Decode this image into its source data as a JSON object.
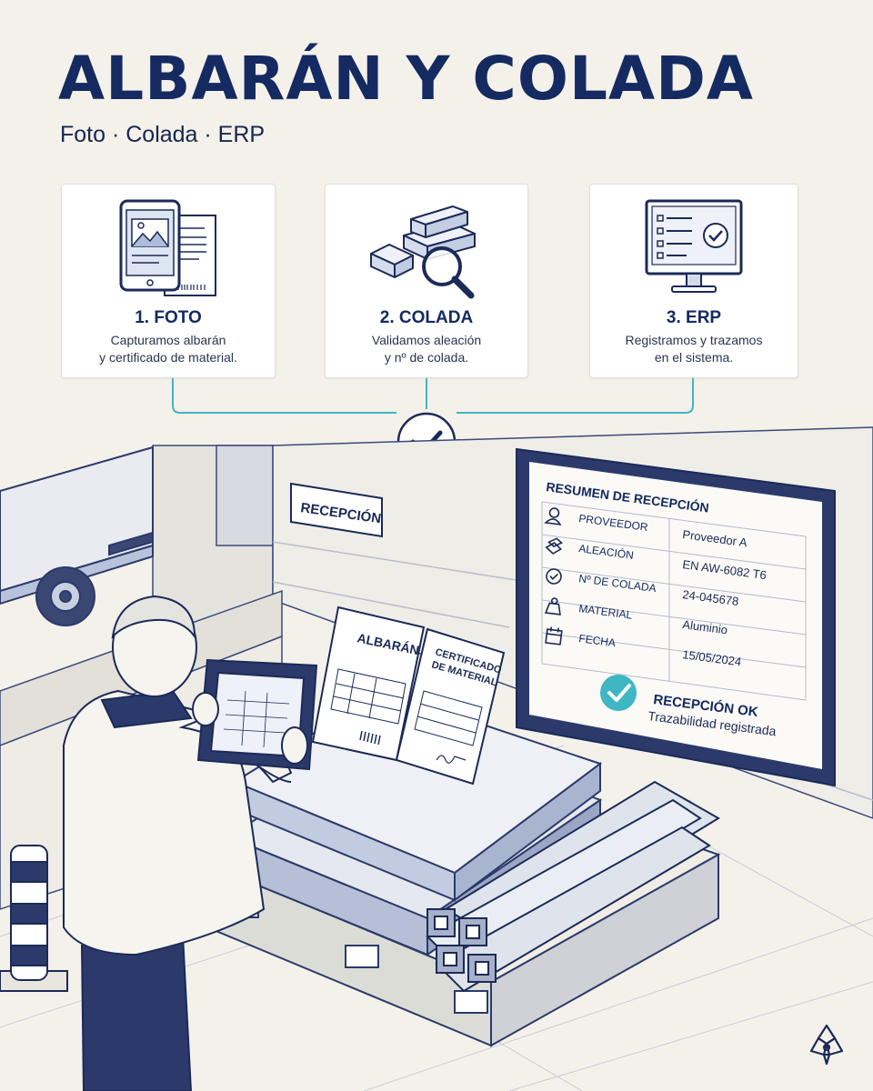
{
  "header": {
    "title": "ALBARÁN Y COLADA",
    "subtitle": "Foto · Colada · ERP"
  },
  "steps": [
    {
      "label": "1. FOTO",
      "desc_line1": "Capturamos albarán",
      "desc_line2": "y certificado de material.",
      "icon": "tablet-document-icon"
    },
    {
      "label": "2. COLADA",
      "desc_line1": "Validamos aleación",
      "desc_line2": "y nº de colada.",
      "icon": "ingot-magnifier-icon"
    },
    {
      "label": "3. ERP",
      "desc_line1": "Registramos y trazamos",
      "desc_line2": "en el sistema.",
      "icon": "monitor-check-icon"
    }
  ],
  "scene": {
    "wall_sign": "RECEPCIÓN",
    "doc_albaran": "ALBARÁN",
    "doc_cert_line1": "CERTIFICADO",
    "doc_cert_line2": "DE MATERIAL"
  },
  "summary": {
    "title": "RESUMEN DE RECEPCIÓN",
    "rows": [
      {
        "label": "PROVEEDOR",
        "value": "Proveedor A",
        "icon": "user-icon"
      },
      {
        "label": "ALEACIÓN",
        "value": "EN AW-6082 T6",
        "icon": "ingot-icon"
      },
      {
        "label": "Nº DE COLADA",
        "value": "24-045678",
        "icon": "check-circle-icon"
      },
      {
        "label": "MATERIAL",
        "value": "Aluminio",
        "icon": "weight-icon"
      },
      {
        "label": "FECHA",
        "value": "15/05/2024",
        "icon": "calendar-icon"
      }
    ],
    "status_title": "RECEPCIÓN OK",
    "status_sub": "Trazabilidad registrada"
  },
  "colors": {
    "navy": "#142a61",
    "teal": "#3fb6c4",
    "background": "#f4f1ea",
    "line": "#3a4a7a"
  }
}
